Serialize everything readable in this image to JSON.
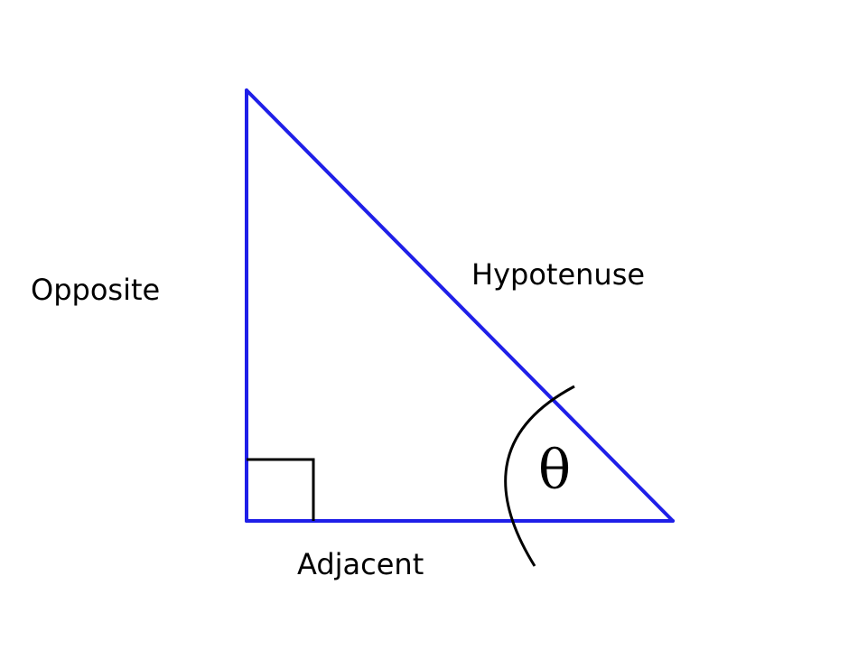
{
  "labels": {
    "opposite": "Opposite",
    "hypotenuse": "Hypotenuse",
    "adjacent": "Adjacent",
    "angle": "θ"
  },
  "colors": {
    "triangle": "#1f1fe8",
    "annotation": "#000000",
    "background": "#ffffff"
  }
}
